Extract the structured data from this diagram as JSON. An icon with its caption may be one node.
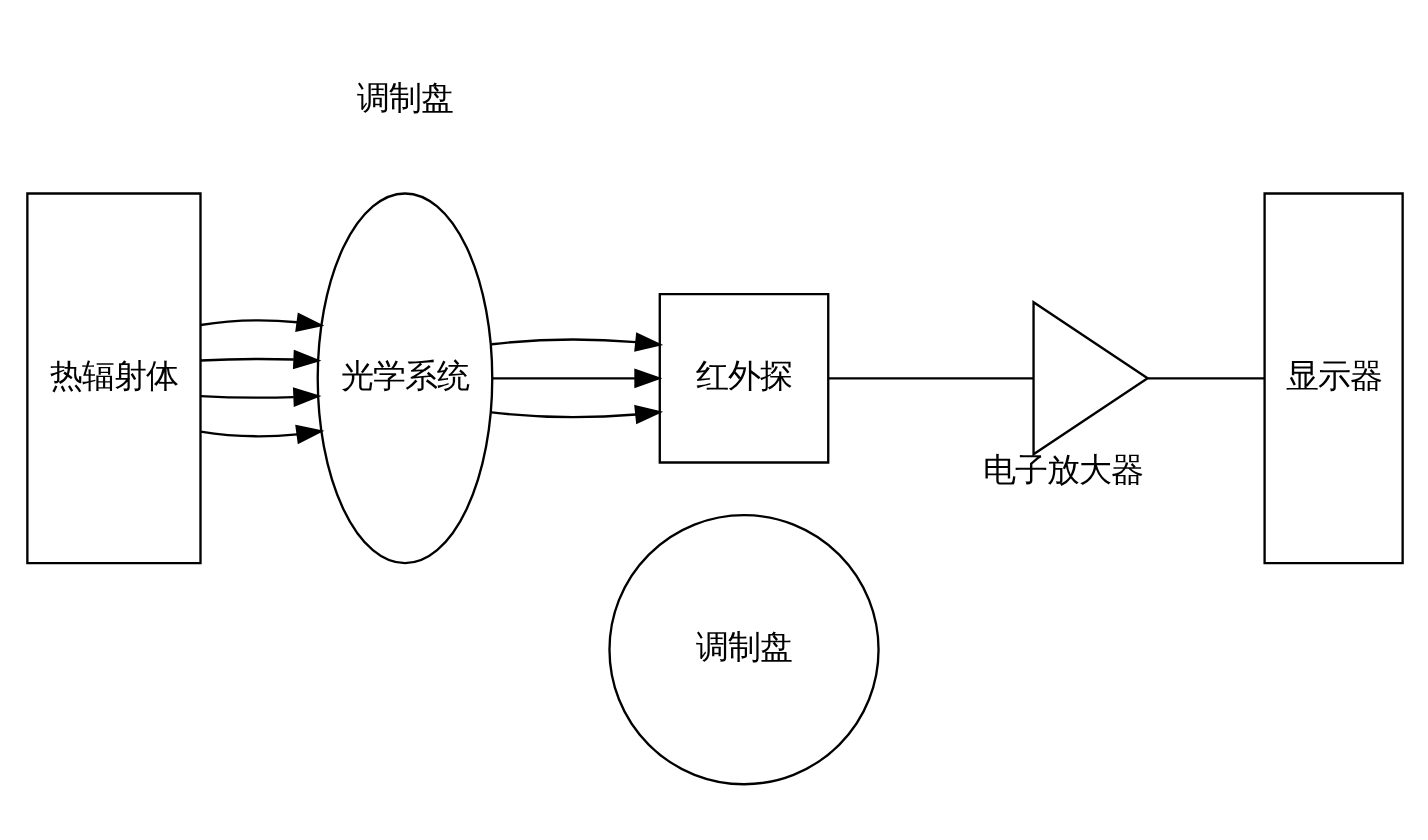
{
  "diagram": {
    "nodes": [
      {
        "text": [
          "热辐射体"
        ]
      },
      {
        "text": [
          "光学系统"
        ]
      },
      {
        "text": [
          "红外探"
        ]
      },
      {
        "text": [
          "电子放大器"
        ]
      },
      {
        "text": [
          "显示器"
        ]
      },
      {
        "text": [
          "调制盘"
        ]
      }
    ],
    "edges": [
      {
        "from": 0,
        "to": 1,
        "arrow": "to"
      },
      {
        "from": 0,
        "to": 1,
        "arrow": "to"
      },
      {
        "from": 0,
        "to": 1,
        "arrow": "to"
      },
      {
        "from": 0,
        "to": 1,
        "arrow": "to"
      },
      {
        "from": 1,
        "to": 2,
        "arrow": "to"
      },
      {
        "from": 1,
        "to": 2,
        "arrow": "to"
      },
      {
        "from": 1,
        "to": 2,
        "arrow": "to"
      },
      {
        "from": 2,
        "to": 3,
        "arrow": "none"
      },
      {
        "from": 3,
        "to": 4,
        "arrow": "none"
      }
    ],
    "labels": [
      "调制盘"
    ]
  }
}
